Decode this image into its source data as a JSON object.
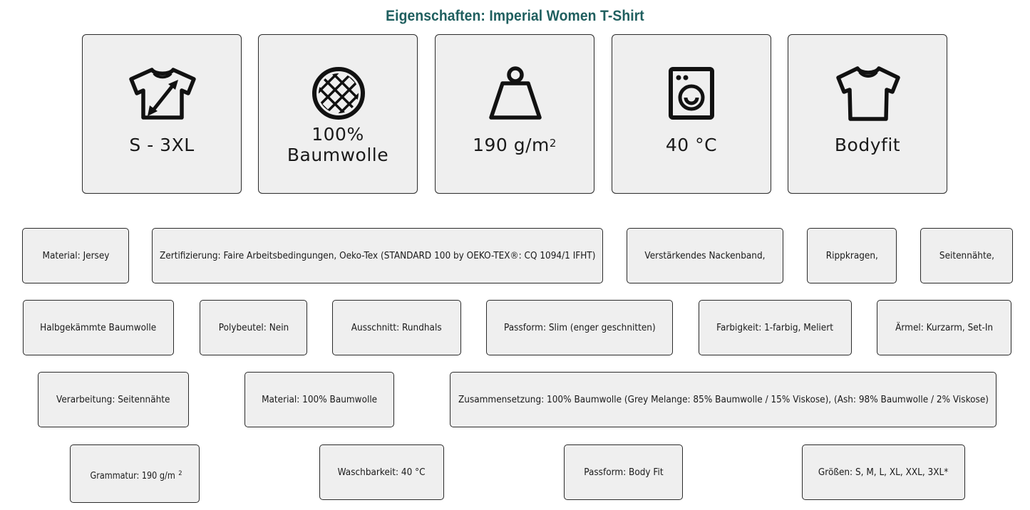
{
  "title": "Eigenschaften: Imperial Women T-Shirt",
  "features": [
    {
      "icon": "tshirt-size-icon",
      "label_lines": [
        "S - 3XL"
      ]
    },
    {
      "icon": "fabric-weave-icon",
      "label_lines": [
        "100%",
        "Baumwolle"
      ]
    },
    {
      "icon": "weight-icon",
      "label_main": "190 g/m",
      "label_sup": "2"
    },
    {
      "icon": "washing-machine-icon",
      "label_lines": [
        "40 °C"
      ]
    },
    {
      "icon": "tshirt-fit-icon",
      "label_lines": [
        "Bodyfit"
      ]
    }
  ],
  "tags": {
    "row1": [
      "Material: Jersey",
      "Zertifizierung: Faire Arbeitsbedingungen, Oeko-Tex (STANDARD 100 by OEKO-TEX®: CQ 1094/1 IFHT)",
      "Verstärkendes Nackenband,",
      "Rippkragen,",
      "Seitennähte,"
    ],
    "row2": [
      "Halbgekämmte Baumwolle",
      "Polybeutel: Nein",
      "Ausschnitt: Rundhals",
      "Passform: Slim (enger geschnitten)",
      "Farbigkeit: 1-farbig, Meliert",
      "Ärmel: Kurzarm, Set-In"
    ],
    "row3": [
      "Verarbeitung: Seitennähte",
      "Material: 100% Baumwolle",
      "Zusammensetzung: 100% Baumwolle (Grey Melange: 85% Baumwolle / 15% Viskose), (Ash: 98% Baumwolle / 2% Viskose)"
    ],
    "row4_grammatur_main": "Grammatur: 190 g/m",
    "row4_grammatur_sup": "2",
    "row4": [
      "Waschbarkeit: 40 °C",
      "Passform: Body Fit",
      "Größen: S, M, L, XL, XXL, 3XL*"
    ]
  }
}
